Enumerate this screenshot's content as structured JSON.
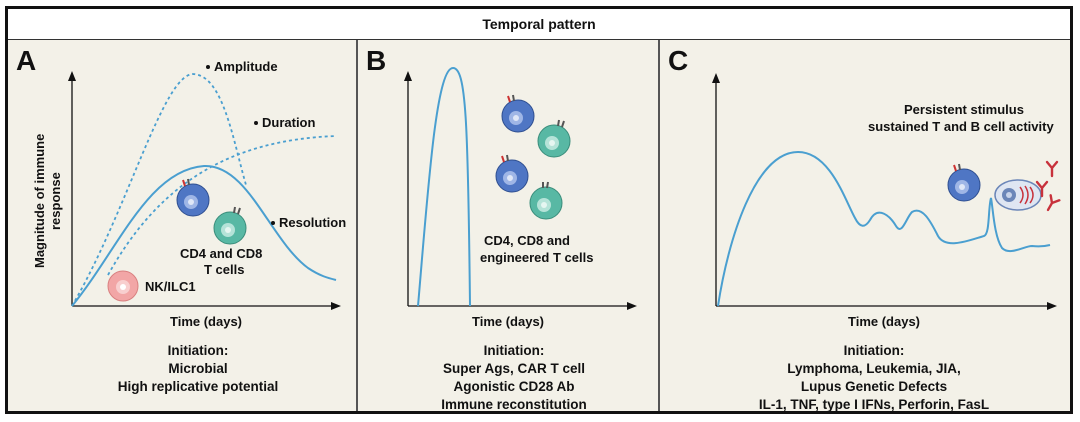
{
  "header": {
    "title": "Temporal pattern"
  },
  "panels": {
    "a": {
      "letter": "A",
      "ylabel_line1": "Magnitude of immune",
      "ylabel_line2": "response",
      "xlabel": "Time (days)",
      "annotations": {
        "amplitude": "Amplitude",
        "duration": "Duration",
        "resolution": "Resolution"
      },
      "cells_label_line1": "CD4 and CD8",
      "cells_label_line2": "T cells",
      "nk_label": "NK/ILC1",
      "initiation": [
        "Initiation:",
        "Microbial",
        "High replicative potential"
      ]
    },
    "b": {
      "letter": "B",
      "xlabel": "Time (days)",
      "cells_label_line1": "CD4, CD8 and",
      "cells_label_line2": "engineered T cells",
      "initiation": [
        "Initiation:",
        "Super Ags, CAR T cell",
        "Agonistic CD28 Ab",
        "Immune reconstitution"
      ]
    },
    "c": {
      "letter": "C",
      "xlabel": "Time (days)",
      "stimulus_line1": "Persistent stimulus",
      "stimulus_line2": "sustained T and B cell activity",
      "initiation": [
        "Initiation:",
        "Lymphoma, Leukemia, JIA,",
        "Lupus Genetic Defects",
        "IL-1, TNF, type I IFNs, Perforin, FasL"
      ]
    }
  },
  "colors": {
    "curve": "#4a9fd0",
    "t_cell_blue": "#4f76c4",
    "t_cell_teal": "#58b8a4",
    "nk_cell": "#f2a6a6",
    "antibody": "#c8323c",
    "panel_bg": "#f3f1e8"
  }
}
